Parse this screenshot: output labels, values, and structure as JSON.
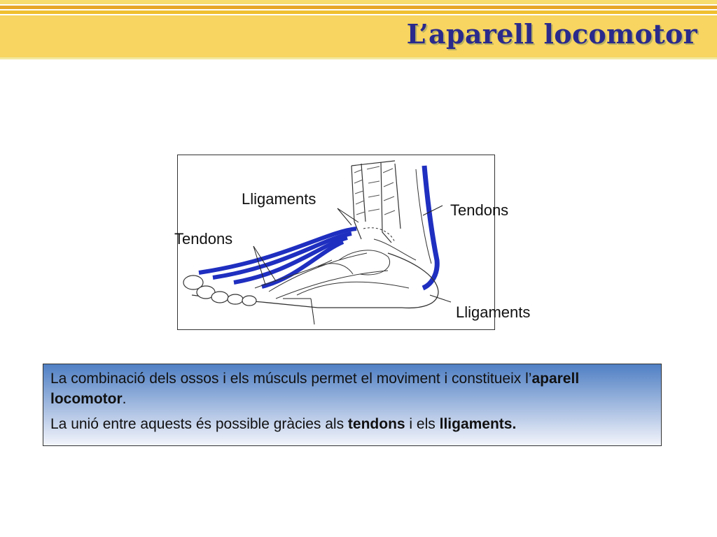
{
  "slide": {
    "title": "L’aparell locomotor"
  },
  "figure": {
    "labels": {
      "ligaments_top": "Lligaments",
      "tendons_left": "Tendons",
      "tendons_right": "Tendons",
      "ligaments_bottom": "Lligaments"
    },
    "colors": {
      "tendon": "#1f2fc0",
      "bone_outline": "#333333"
    }
  },
  "info": {
    "p1_text": "La combinació dels ossos i els músculs permet el moviment i constitueix l’",
    "p1_bold": "aparell locomotor",
    "p1_end": ".",
    "p2_text": "La unió entre aquests és possible gràcies als ",
    "p2_bold1": "tendons",
    "p2_mid": " i els ",
    "p2_bold2": "lligaments."
  }
}
